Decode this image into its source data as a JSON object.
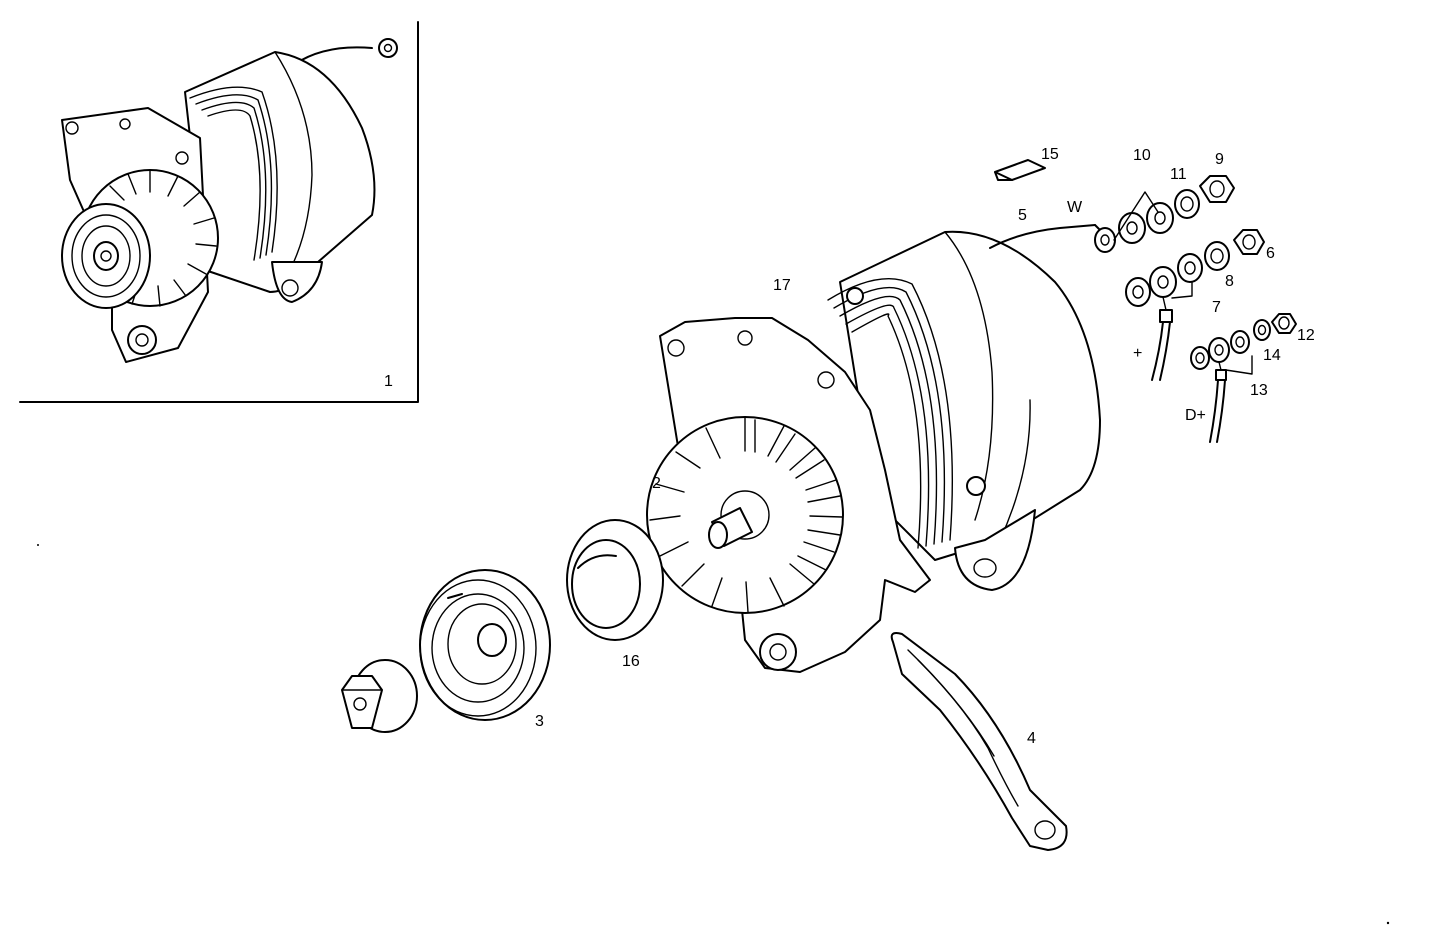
{
  "inset": {
    "callout": "1"
  },
  "callouts": [
    "2",
    "3",
    "4",
    "5",
    "6",
    "7",
    "8",
    "9",
    "10",
    "11",
    "12",
    "13",
    "14",
    "15",
    "16",
    "17"
  ],
  "wire_marks": {
    "w": "W",
    "plus": "+",
    "d_plus": "D+"
  }
}
